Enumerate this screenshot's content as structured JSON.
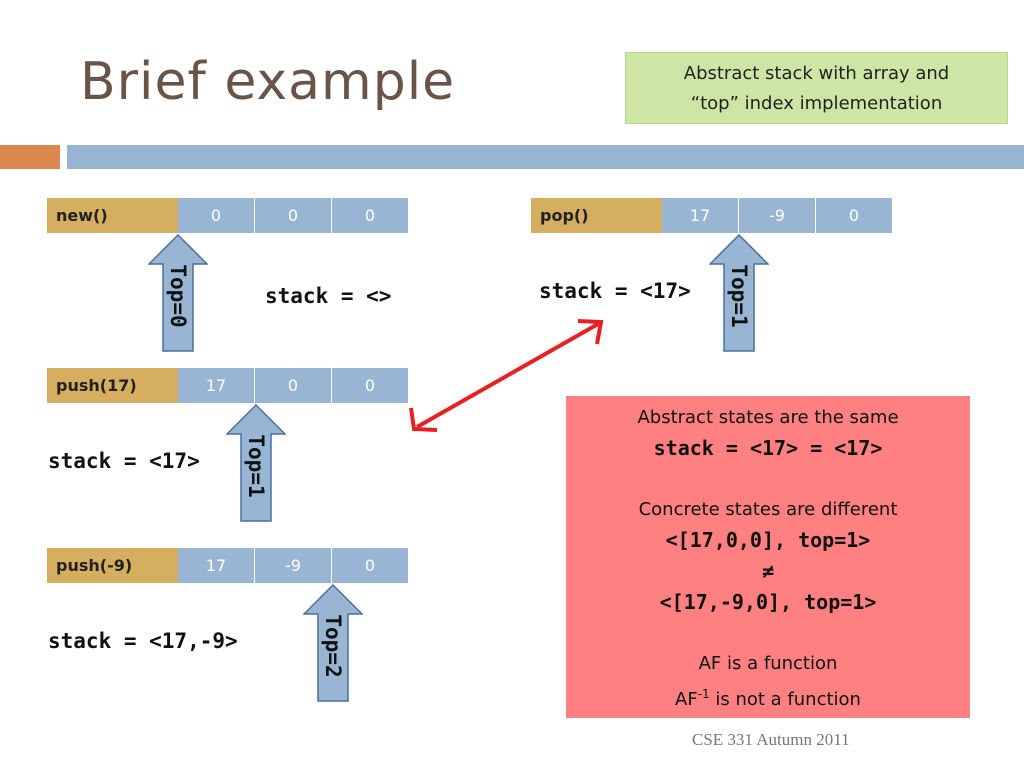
{
  "title": "Brief example",
  "note": {
    "line1": "Abstract stack with array and",
    "line2": "“top” index implementation"
  },
  "rows": [
    {
      "label": "new()",
      "cells": [
        "0",
        "0",
        "0"
      ]
    },
    {
      "label": "pop()",
      "cells": [
        "17",
        "-9",
        "0"
      ]
    },
    {
      "label": "push(17)",
      "cells": [
        "17",
        "0",
        "0"
      ]
    },
    {
      "label": "push(-9)",
      "cells": [
        "17",
        "-9",
        "0"
      ]
    }
  ],
  "stack_texts": {
    "new": "stack = <>",
    "pop": "stack = <17>",
    "push17": "stack = <17>",
    "push_neg9": "stack = <17,-9>"
  },
  "top_labels": {
    "new": "Top=0",
    "pop": "Top=1",
    "push17": "Top=1",
    "push_neg9": "Top=2"
  },
  "comparison": {
    "abstract_heading": "Abstract states are the same",
    "abstract_expr": "stack = <17> = <17>",
    "concrete_heading": "Concrete states are different",
    "concrete_a": "<[17,0,0], top=1>",
    "neq": "≠",
    "concrete_b": "<[17,-9,0], top=1>",
    "af_function": "AF is a function",
    "af_inverse_base": "AF",
    "af_inverse_sup": "-1",
    "af_inverse_rest": " is not a function"
  },
  "footer": "CSE 331 Autumn 2011",
  "colors": {
    "label_cell": "#d6ae60",
    "value_cell": "#98b6d4",
    "note_box": "#cde6a6",
    "comparison_box": "#ff8080",
    "double_arrow": "#e82020",
    "top_arrow_fill": "#98b6d4"
  }
}
